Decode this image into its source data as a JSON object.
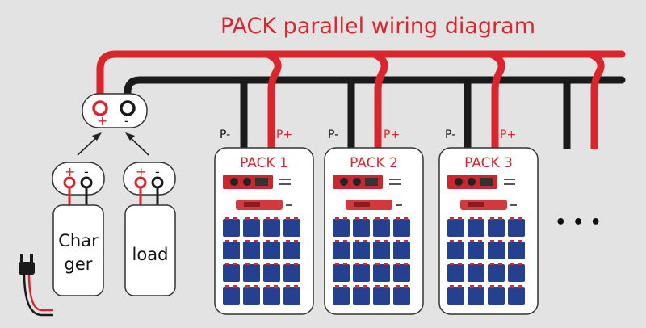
{
  "title": "PACK parallel wiring diagram",
  "hub": {
    "plus": "+",
    "minus": "-"
  },
  "charger": {
    "line1": "Char",
    "line2": "ger",
    "plus": "+",
    "minus": "-"
  },
  "load": {
    "label": "load",
    "plus": "+",
    "minus": "-"
  },
  "terminal_labels": {
    "neg": "P-",
    "pos": "P+"
  },
  "packs": [
    {
      "name": "PACK 1"
    },
    {
      "name": "PACK 2"
    },
    {
      "name": "PACK 3"
    }
  ],
  "ellipsis": "• • •",
  "colors": {
    "red_wire": "#d9262c",
    "black_wire": "#1a1a1a",
    "cell_blue": "#24408f",
    "background": "#e3e3e4"
  }
}
